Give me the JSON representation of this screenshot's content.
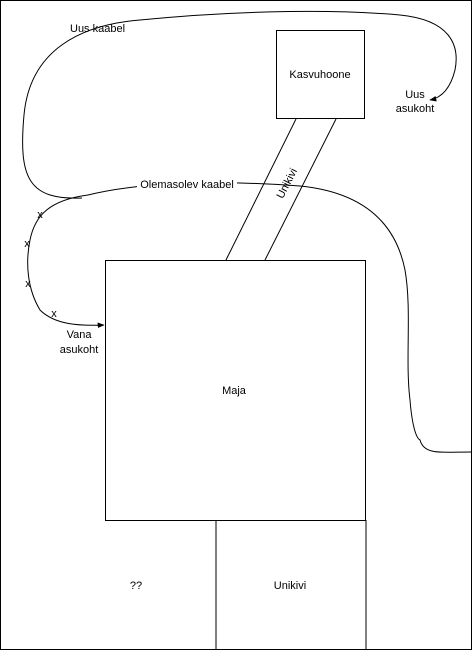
{
  "labels": {
    "uus_kaabel": "Uus kaabel",
    "kasvuhoone": "Kasvuhoone",
    "uus_asukoht_1": "Uus",
    "uus_asukoht_2": "asukoht",
    "unikivi_path": "Unikivi",
    "olemasolev_kaabel": "Olemasolev kaabel",
    "x_marks": [
      "x",
      "x",
      "x",
      "x"
    ],
    "vana_asukoht_1": "Vana",
    "vana_asukoht_2": "asukoht",
    "maja": "Maja",
    "unknown": "??",
    "unikivi_box": "Unikivi"
  }
}
